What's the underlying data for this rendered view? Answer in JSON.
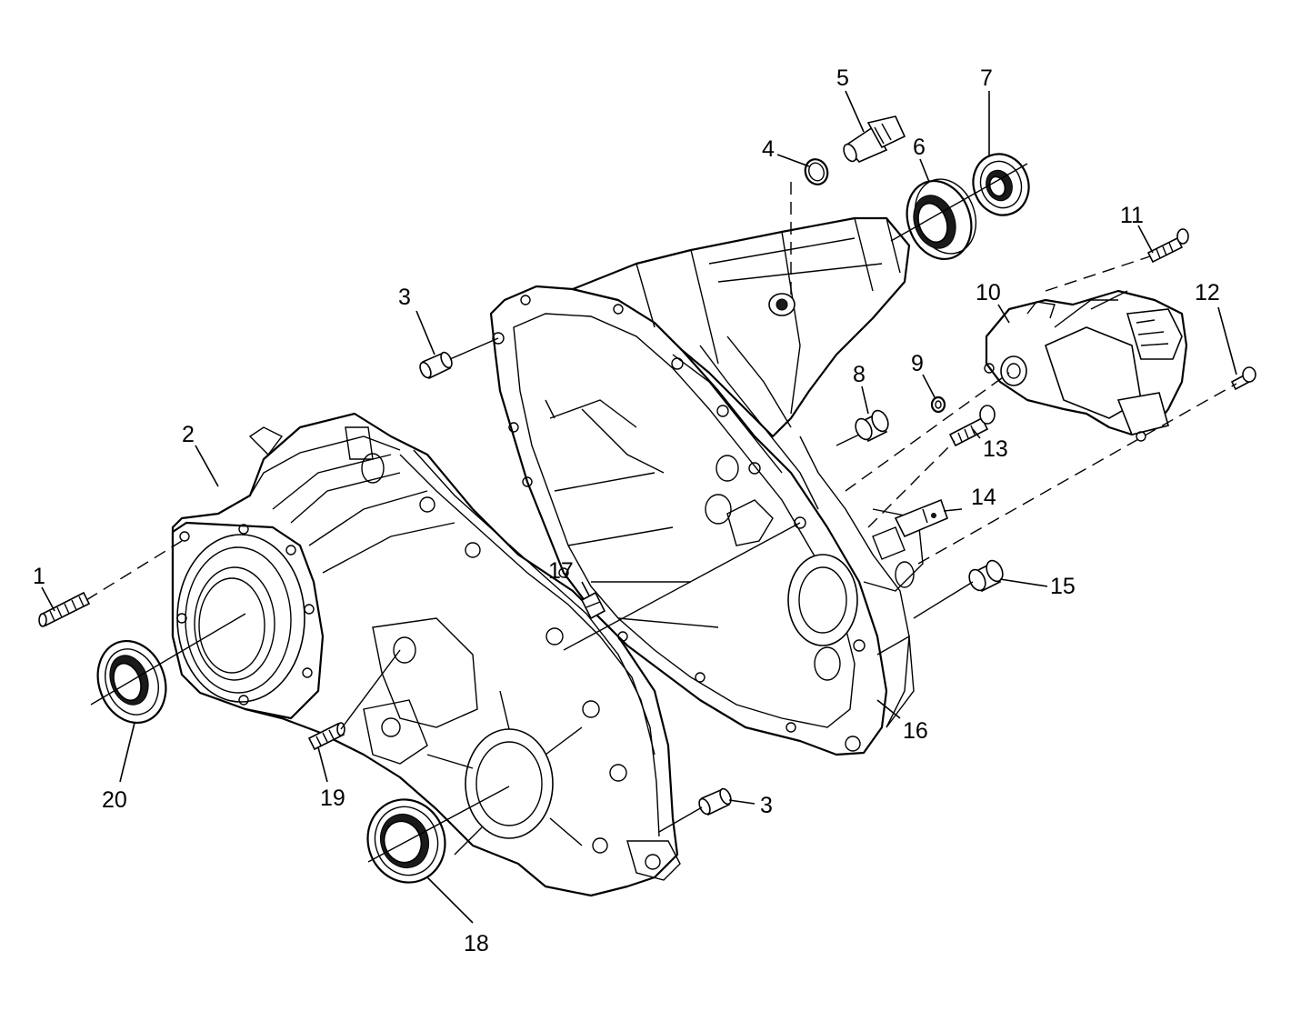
{
  "callouts": [
    {
      "id": "c1",
      "text": "1"
    },
    {
      "id": "c2",
      "text": "2"
    },
    {
      "id": "c3a",
      "text": "3"
    },
    {
      "id": "c3b",
      "text": "3"
    },
    {
      "id": "c4",
      "text": "4"
    },
    {
      "id": "c5",
      "text": "5"
    },
    {
      "id": "c6",
      "text": "6"
    },
    {
      "id": "c7",
      "text": "7"
    },
    {
      "id": "c8",
      "text": "8"
    },
    {
      "id": "c9",
      "text": "9"
    },
    {
      "id": "c10",
      "text": "10"
    },
    {
      "id": "c11",
      "text": "11"
    },
    {
      "id": "c12",
      "text": "12"
    },
    {
      "id": "c13",
      "text": "13"
    },
    {
      "id": "c14",
      "text": "14"
    },
    {
      "id": "c15",
      "text": "15"
    },
    {
      "id": "c16",
      "text": "16"
    },
    {
      "id": "c17",
      "text": "17"
    },
    {
      "id": "c18",
      "text": "18"
    },
    {
      "id": "c19",
      "text": "19"
    },
    {
      "id": "c20",
      "text": "20"
    }
  ],
  "colors": {
    "line": "#000000",
    "background": "#ffffff"
  }
}
